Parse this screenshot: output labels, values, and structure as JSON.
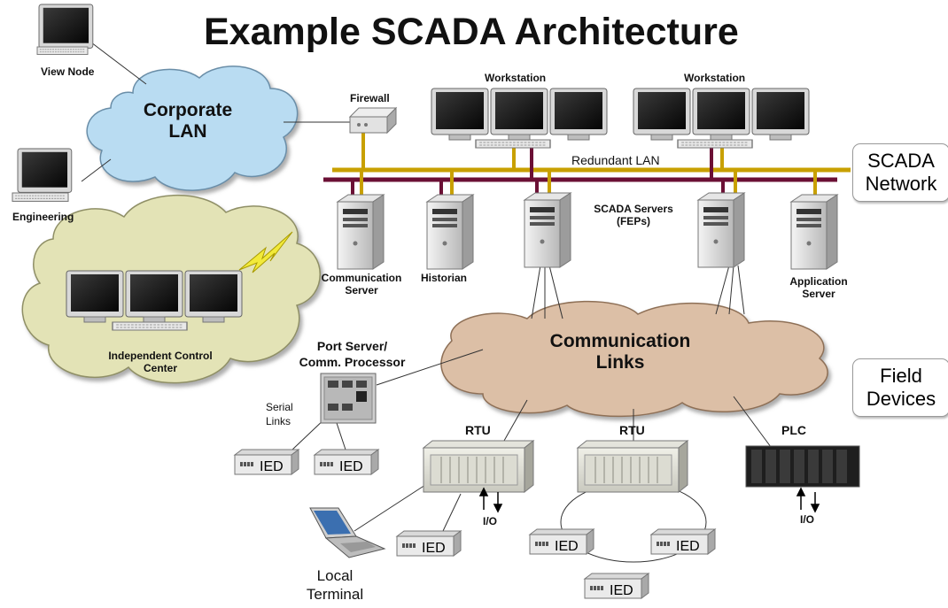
{
  "title": "Example SCADA Architecture",
  "nodes": {
    "view_node": "View Node",
    "corporate_lan": [
      "Corporate",
      "LAN"
    ],
    "engineering": "Engineering",
    "firewall": "Firewall",
    "workstation_1": "Workstation",
    "workstation_2": "Workstation",
    "redundant_lan": "Redundant LAN",
    "communication_server": [
      "Communication",
      "Server"
    ],
    "historian": "Historian",
    "scada_servers": [
      "SCADA Servers",
      "(FEPs)"
    ],
    "application_server": [
      "Application",
      "Server"
    ],
    "independent_control_center": [
      "Independent Control",
      "Center"
    ],
    "port_server": [
      "Port Server/",
      "Comm. Processor"
    ],
    "communication_links": [
      "Communication",
      "Links"
    ],
    "serial_links": [
      "Serial",
      "Links"
    ],
    "rtu_1": "RTU",
    "rtu_2": "RTU",
    "plc": "PLC",
    "io_1": "I/O",
    "io_2": "I/O",
    "ied": "IED",
    "local_terminal": [
      "Local",
      "Terminal"
    ]
  },
  "section_labels": {
    "scada_network": [
      "SCADA",
      "Network"
    ],
    "field_devices": [
      "Field",
      "Devices"
    ]
  },
  "colors": {
    "lan_gold": "#c8a000",
    "lan_maroon": "#6b1035",
    "cloud_blue": "#b9dcf2",
    "cloud_olive": "#e3e3b6",
    "cloud_brown": "#dcbfa6",
    "lightning": "#f2ea3a"
  }
}
